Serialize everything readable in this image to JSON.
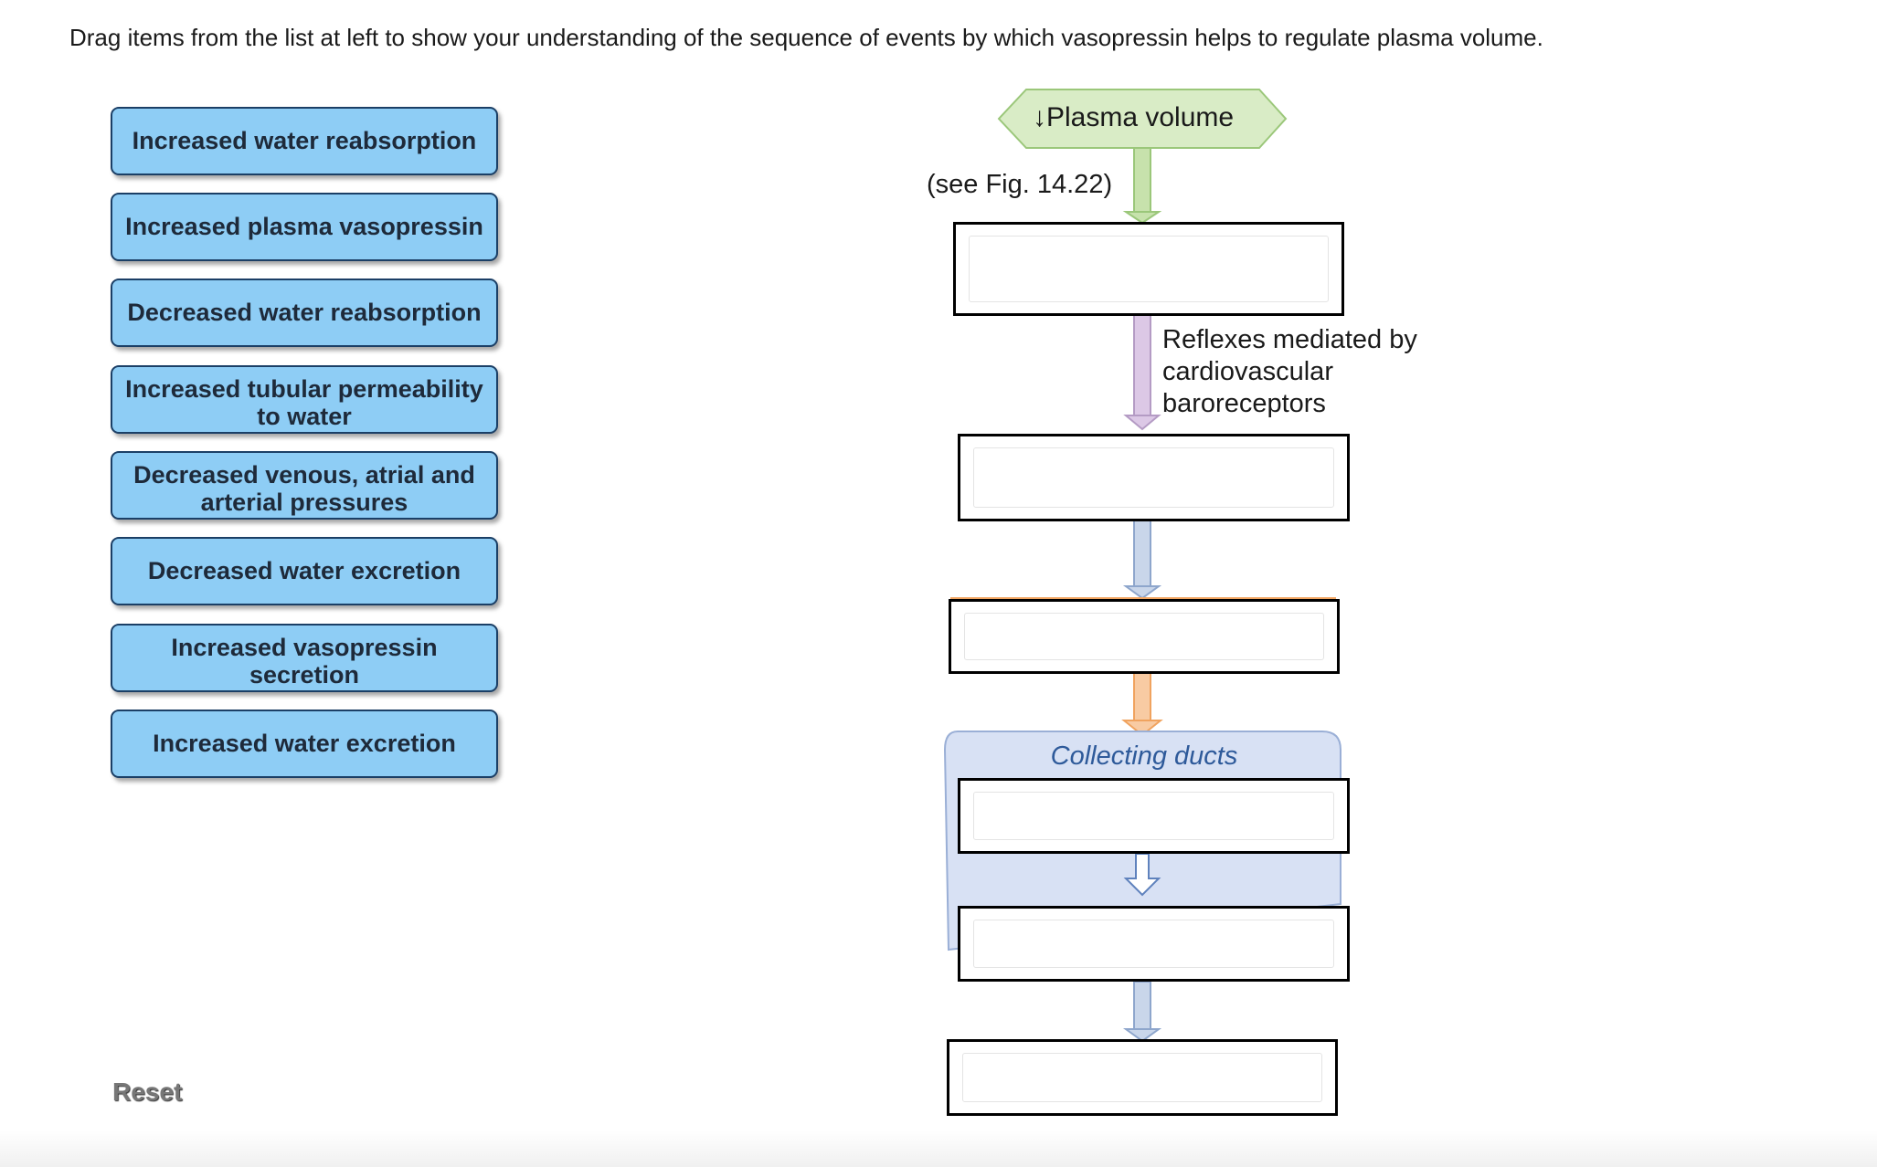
{
  "instruction": "Drag items from the list at left to show your understanding of the sequence of events by which vasopressin helps to regulate plasma volume.",
  "items": [
    {
      "label": "Increased water reabsorption"
    },
    {
      "label": "Increased plasma vasopressin"
    },
    {
      "label": "Decreased water reabsorption"
    },
    {
      "label": "Increased tubular permeability to water"
    },
    {
      "label": "Decreased venous, atrial and arterial pressures"
    },
    {
      "label": "Decreased water excretion"
    },
    {
      "label": "Increased vasopressin secretion"
    },
    {
      "label": "Increased water excretion"
    }
  ],
  "reset_label": "Reset",
  "diagram": {
    "start_label": "↓Plasma volume",
    "see_fig": "(see Fig. 14.22)",
    "reflex_label": "Reflexes mediated by cardiovascular baroreceptors",
    "ducts_label": "Collecting ducts",
    "colors": {
      "start_fill": "#d9ecc6",
      "start_stroke": "#9bc77a",
      "arrow_green": "#c7e2ac",
      "arrow_purple": "#dcc8e6",
      "arrow_blue": "#c9d6ea",
      "arrow_orange": "#f8cba3",
      "ducts_fill": "#d8e1f4",
      "ducts_stroke": "#9aafd6"
    }
  }
}
